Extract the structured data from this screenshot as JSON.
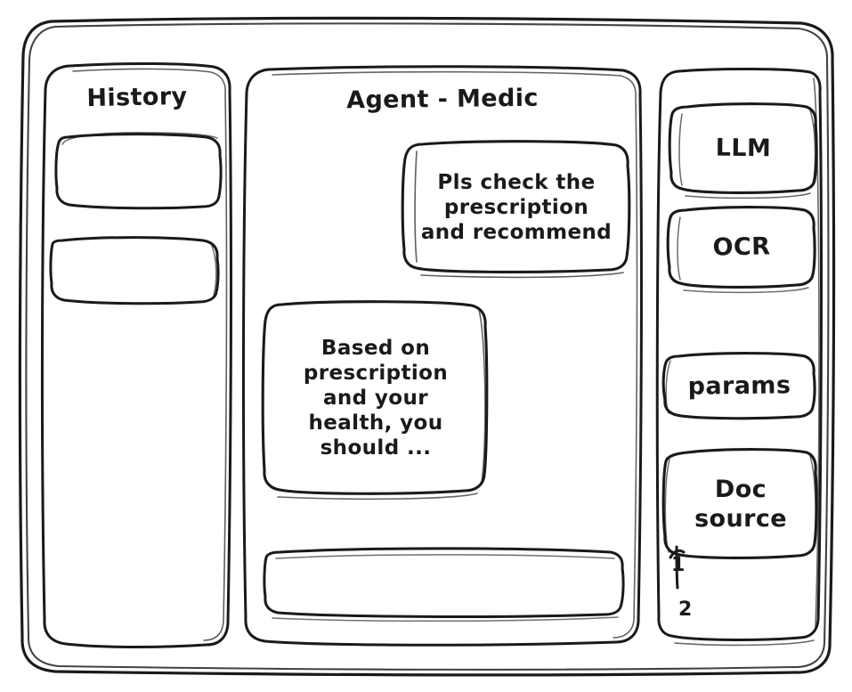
{
  "app": {
    "style": "hand-drawn wireframe sketch",
    "stroke_color": "#1a1a1a",
    "background_color": "#ffffff"
  },
  "history_panel": {
    "title": "History",
    "items": [
      {
        "label": ""
      },
      {
        "label": ""
      }
    ]
  },
  "main_panel": {
    "title": "Agent - Medic",
    "messages": [
      {
        "role": "user",
        "text": "Pls check the\nprescription\nand recommend"
      },
      {
        "role": "assistant",
        "text": "Based on\nprescription\nand your\nhealth, you\nshould ..."
      }
    ],
    "composer": {
      "value": "",
      "placeholder": ""
    }
  },
  "sidebar": {
    "buttons": [
      {
        "label": "LLM"
      },
      {
        "label": "OCR"
      },
      {
        "label": "params"
      },
      {
        "label": "Doc\nsource"
      }
    ],
    "doc_source_items": [
      {
        "label": "1"
      },
      {
        "label": "2"
      }
    ]
  }
}
